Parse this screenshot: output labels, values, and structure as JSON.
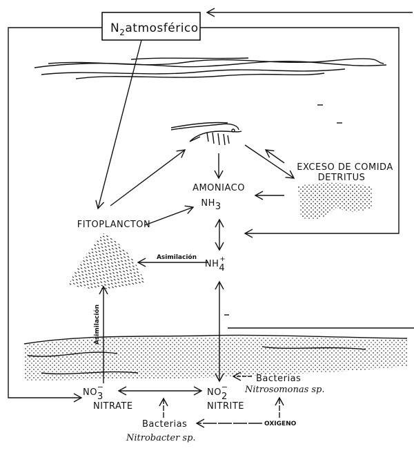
{
  "atmosphere": {
    "label_main": "N",
    "label_sub": "2",
    "label_rest": "atmosférico"
  },
  "labels": {
    "amoniaco": "AMONIACO",
    "nh3_main": "NH",
    "nh3_sub": "3",
    "nh4_main": "NH",
    "nh4_sub": "4",
    "nh4_sup": "+",
    "fitoplancton": "FITOPLANCTON",
    "exceso": "EXCESO DE COMIDA",
    "detritus": "DETRITUS",
    "asimilacion_h": "Asimilación",
    "asimilacion_v": "Asimilación",
    "no3_main": "NO",
    "no3_sub": "3",
    "no3_sup": "−",
    "nitrate": "NITRATE",
    "no2_main": "NO",
    "no2_sub": "2",
    "no2_sup": "−",
    "nitrite": "NITRITE",
    "bacterias_1": "Bacterias",
    "nitrosomonas": "Nitrosomonas sp.",
    "bacterias_2": "Bacterias",
    "nitrobacter": "Nitrobacter sp.",
    "oxigeno": "OXIGENO"
  }
}
